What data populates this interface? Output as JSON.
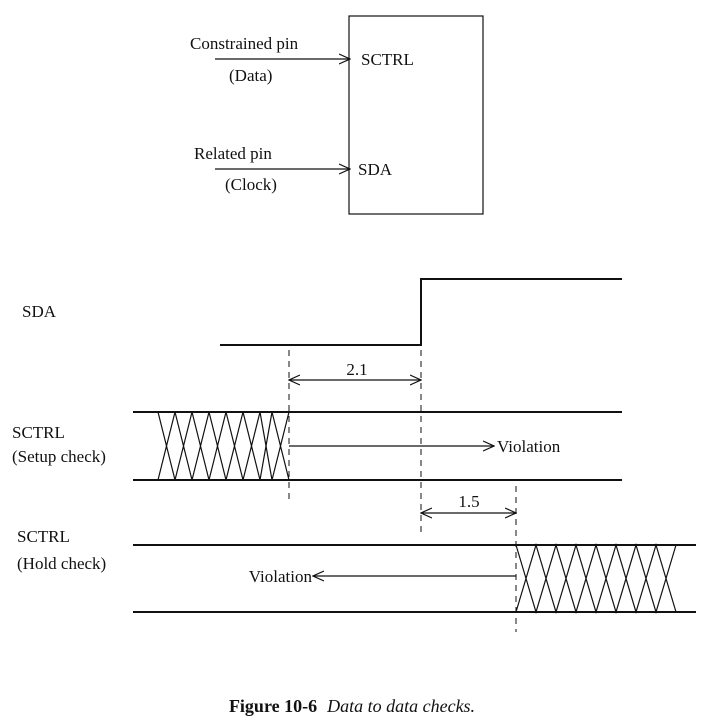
{
  "block": {
    "input1_label": "Constrained pin",
    "input1_sub": "(Data)",
    "input1_pin": "SCTRL",
    "input2_label": "Related pin",
    "input2_sub": "(Clock)",
    "input2_pin": "SDA"
  },
  "waveforms": {
    "sda_label": "SDA",
    "setup_label_1": "SCTRL",
    "setup_label_2": "(Setup check)",
    "hold_label_1": "SCTRL",
    "hold_label_2": "(Hold check)",
    "setup_interval": "2.1",
    "hold_interval": "1.5",
    "setup_violation": "Violation",
    "hold_violation": "Violation"
  },
  "caption": {
    "number": "Figure 10-6",
    "text": "Data to data checks."
  }
}
